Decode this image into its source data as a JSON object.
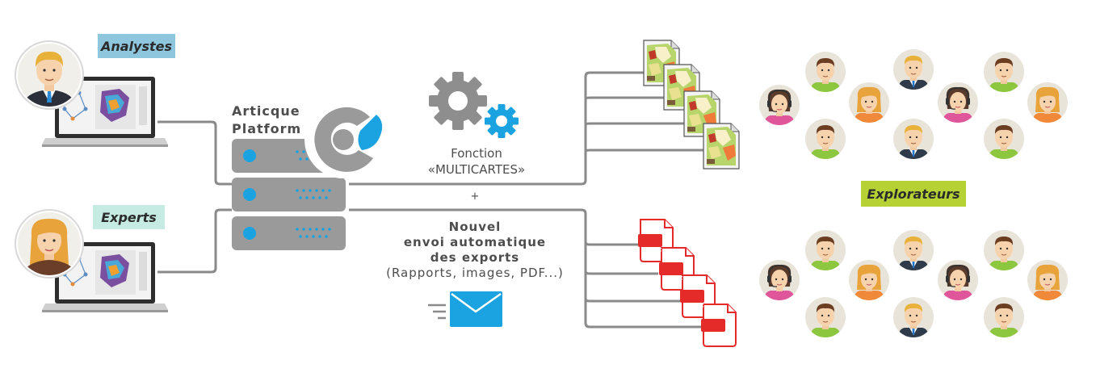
{
  "labels": {
    "analystes": "Analystes",
    "experts": "Experts",
    "explorateurs": "Explorateurs"
  },
  "platform": {
    "line1": "Articque",
    "line2": "Platform"
  },
  "fonction": {
    "line1": "Fonction",
    "line2": "«MULTICARTES»"
  },
  "plus": "+",
  "envoi": {
    "line1": "Nouvel",
    "line2": "envoi automatique",
    "line3": "des exports",
    "line4": "(Rapports, images, PDF...)"
  },
  "pdf_label": "PDF",
  "colors": {
    "analystes_tag": "#8ec6de",
    "experts_tag": "#c6ebe3",
    "explorateurs_tag": "#b5d133",
    "server": "#9a9a9b",
    "connector": "#8a8a8a",
    "accent_blue": "#1aa3e0",
    "pdf_red": "#e52a2a"
  }
}
